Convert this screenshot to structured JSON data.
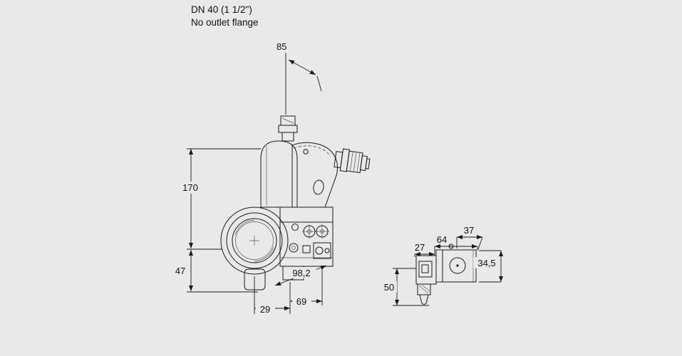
{
  "palette": {
    "background": "#e9e9e9",
    "line": "#1a1a1a",
    "fill_light": "#dcdcdc"
  },
  "title": {
    "line1": "DN 40 (1 1/2\")",
    "line2": "No outlet flange"
  },
  "front_view": {
    "dimensions": {
      "top_width": "85",
      "upper_height": "170",
      "lower_height": "47",
      "body_depth": "98,2",
      "bottom_offset": "29",
      "bottom_width": "69"
    }
  },
  "side_view": {
    "dimensions": {
      "coil_width": "37",
      "total_width": "64",
      "connector_width": "27",
      "body_height": "34,5",
      "connector_height": "50"
    }
  }
}
